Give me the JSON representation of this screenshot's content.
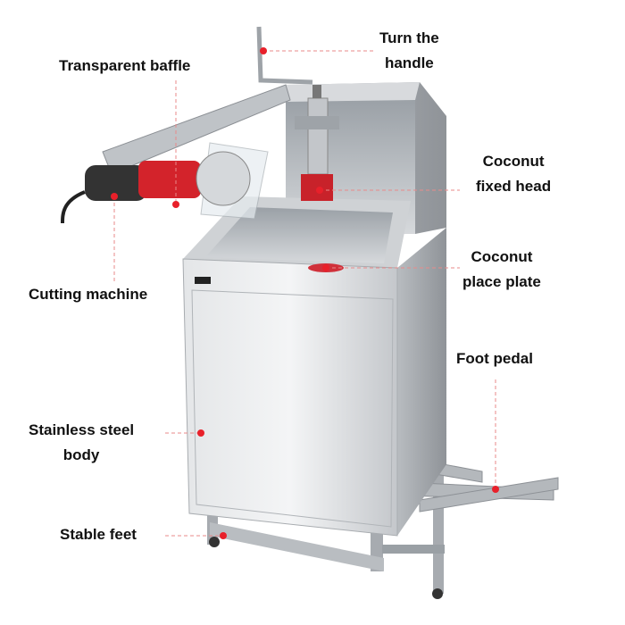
{
  "title": "Coconut opening machine parts diagram",
  "labels": {
    "baffle": "Transparent  baffle",
    "handle": [
      "Turn the",
      "handle"
    ],
    "fixed_head": [
      "Coconut",
      "fixed head"
    ],
    "place_plate": [
      "Coconut",
      "place plate"
    ],
    "cutting_machine": "Cutting machine",
    "foot_pedal": "Foot pedal",
    "body": [
      "Stainless steel",
      "body"
    ],
    "feet": "Stable feet"
  },
  "colors": {
    "marker": "#e8202a",
    "leader": "#e88a8a",
    "steel": "#c9ccd0",
    "grinder": "#d3232b"
  }
}
